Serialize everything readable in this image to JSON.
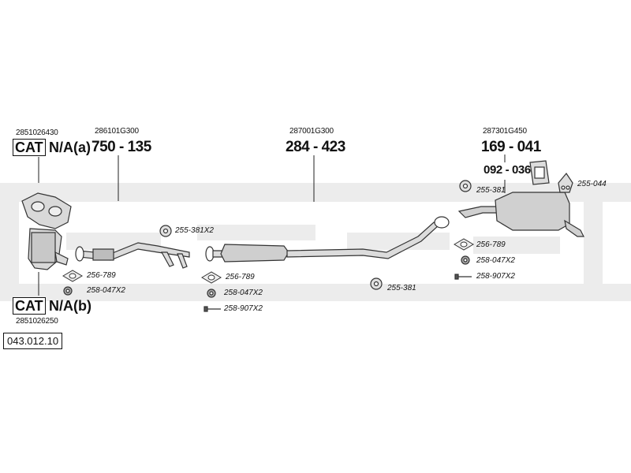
{
  "reference": "043.012.10",
  "catalyst_a": {
    "part_no": "2851026430",
    "label": "CAT",
    "suffix": "N/A(a)"
  },
  "catalyst_b": {
    "part_no": "2851026250",
    "label": "CAT",
    "suffix": "N/A(b)"
  },
  "front_pipe": {
    "part_no": "286101G300",
    "code": "750 - 135"
  },
  "middle_pipe": {
    "part_no": "287001G300",
    "code": "284 - 423"
  },
  "rear_silencer": {
    "part_no": "287301G450",
    "code": "169 - 041"
  },
  "accessories": {
    "bracket_code": "092 - 036",
    "front": {
      "gasket": "256-789",
      "spring": "258-047X2"
    },
    "hanger_255_381x2": "255-381X2",
    "middle": {
      "gasket": "256-789",
      "spring": "258-047X2",
      "bolt": "258-907X2"
    },
    "hanger_middle": "255-381",
    "hanger_rear": "255-381",
    "rubber_rear": "255-044",
    "rear": {
      "gasket": "256-789",
      "spring": "258-047X2",
      "bolt": "258-907X2"
    }
  }
}
